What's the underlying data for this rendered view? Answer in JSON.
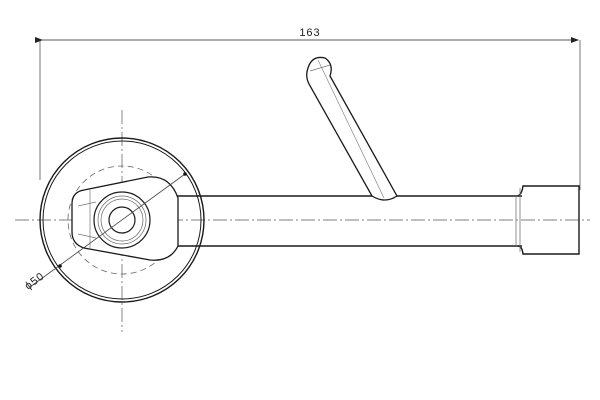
{
  "drawing": {
    "type": "technical-drawing",
    "subject": "hook / arm with round base plate",
    "dimensions": {
      "overall_length": "163",
      "base_diameter": "ϕ50"
    },
    "colors": {
      "outline": "#1a1a1a",
      "thin_line": "#555555",
      "background": "#ffffff"
    }
  }
}
